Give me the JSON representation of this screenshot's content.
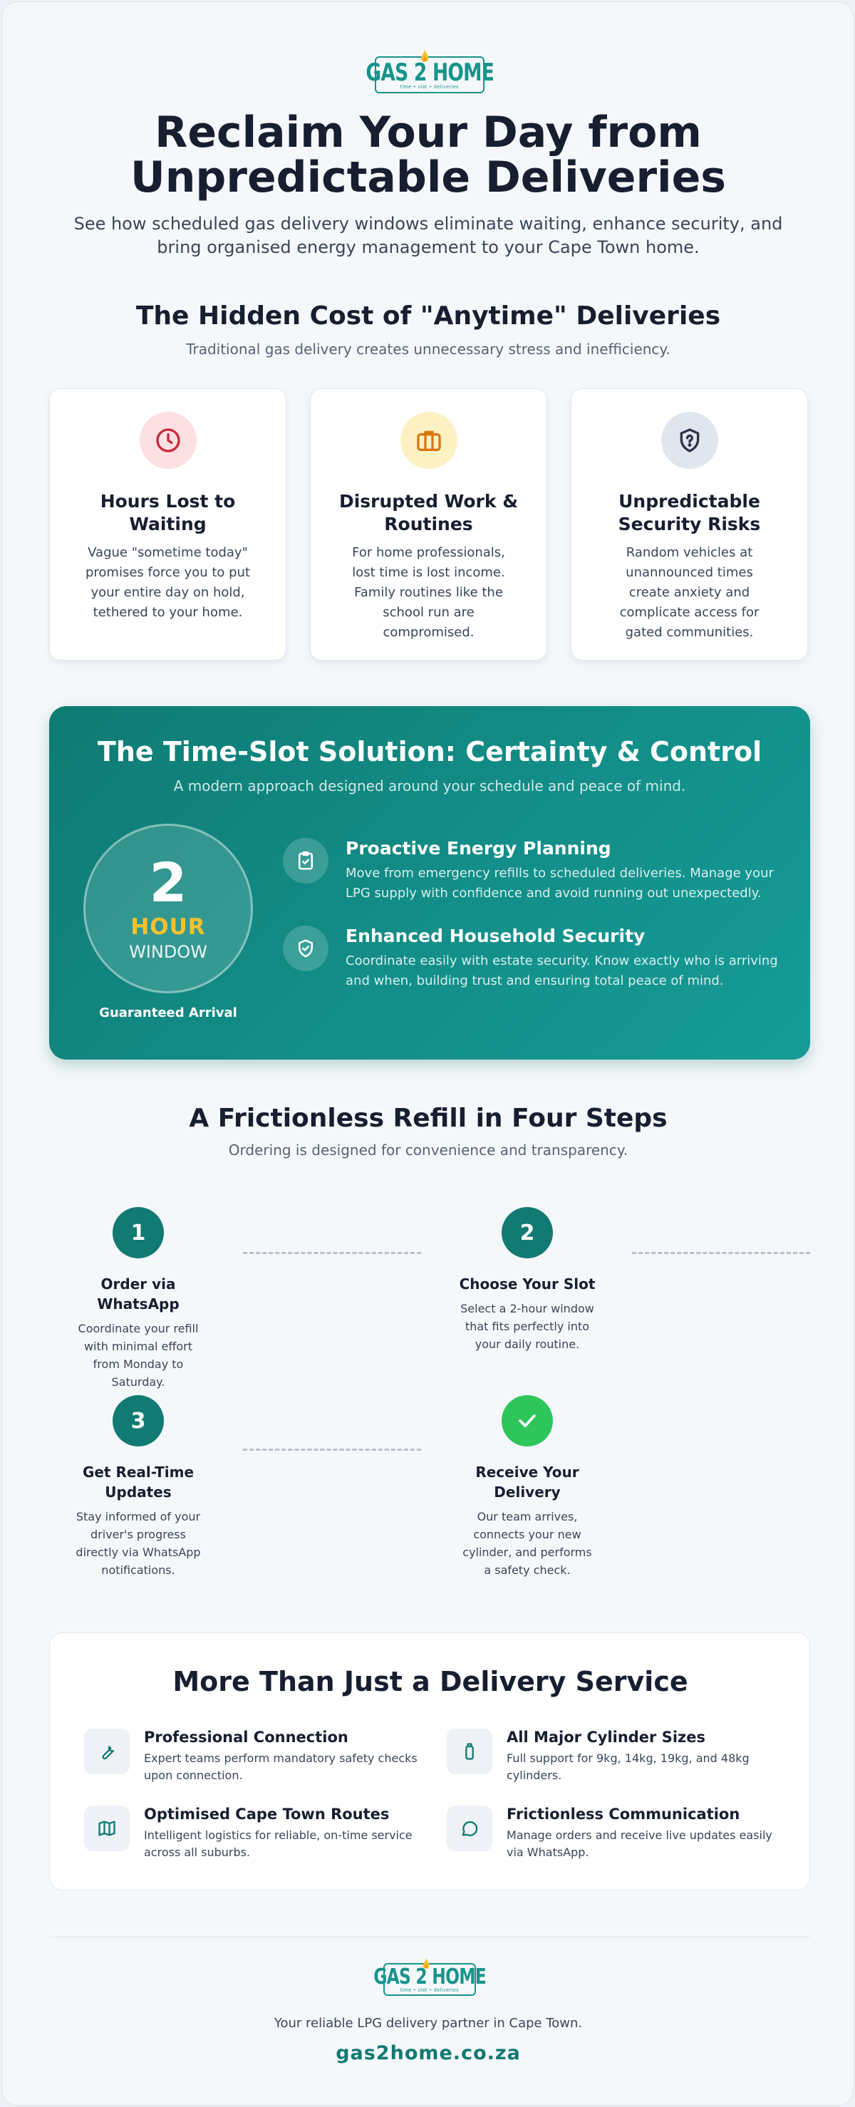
{
  "brand": {
    "name": "GAS 2 HOME",
    "tagline": "time • slot • deliveries",
    "primary_color": "#117a72",
    "accent_color": "#f7c12d"
  },
  "hero": {
    "title_line1": "Reclaim Your Day from",
    "title_line2": "Unpredictable Deliveries",
    "subtitle": "See how scheduled gas delivery windows eliminate waiting, enhance security, and bring organised energy management to your Cape Town home."
  },
  "hidden_cost": {
    "title": "The Hidden Cost of \"Anytime\" Deliveries",
    "subtitle": "Traditional gas delivery creates unnecessary stress and inefficiency.",
    "cards": [
      {
        "icon": "clock-icon",
        "title": "Hours Lost to Waiting",
        "text": "Vague \"sometime today\" promises force you to put your entire day on hold, tethered to your home."
      },
      {
        "icon": "briefcase-icon",
        "title": "Disrupted Work & Routines",
        "text": "For home professionals, lost time is lost income. Family routines like the school run are compromised."
      },
      {
        "icon": "shield-question-icon",
        "title": "Unpredictable Security Risks",
        "text": "Random vehicles at unannounced times create anxiety and complicate access for gated communities."
      }
    ]
  },
  "timeslot": {
    "title": "The Time-Slot Solution: Certainty & Control",
    "subtitle": "A modern approach designed around your schedule and peace of mind.",
    "badge": {
      "number": "2",
      "unit": "HOUR",
      "label": "WINDOW",
      "caption": "Guaranteed Arrival"
    },
    "features": [
      {
        "icon": "clipboard-check-icon",
        "title": "Proactive Energy Planning",
        "text": "Move from emergency refills to scheduled deliveries. Manage your LPG supply with confidence and avoid running out unexpectedly."
      },
      {
        "icon": "shield-check-icon",
        "title": "Enhanced Household Security",
        "text": "Coordinate easily with estate security. Know exactly who is arriving and when, building trust and ensuring total peace of mind."
      }
    ]
  },
  "steps": {
    "title": "A Frictionless Refill in Four Steps",
    "subtitle": "Ordering is designed for convenience and transparency.",
    "items": [
      {
        "marker": "1",
        "title": "Order via WhatsApp",
        "text": "Coordinate your refill with minimal effort from Monday to Saturday."
      },
      {
        "marker": "2",
        "title": "Choose Your Slot",
        "text": "Select a 2-hour window that fits perfectly into your daily routine."
      },
      {
        "marker": "3",
        "title": "Get Real-Time Updates",
        "text": "Stay informed of your driver's progress directly via WhatsApp notifications."
      },
      {
        "marker": "check-icon",
        "title": "Receive Your Delivery",
        "text": "Our team arrives, connects your new cylinder, and performs a safety check."
      }
    ]
  },
  "more": {
    "title": "More Than Just a Delivery Service",
    "items": [
      {
        "icon": "wrench-icon",
        "title": "Professional Connection",
        "text": "Expert teams perform mandatory safety checks upon connection."
      },
      {
        "icon": "cylinder-icon",
        "title": "All Major Cylinder Sizes",
        "text": "Full support for 9kg, 14kg, 19kg, and 48kg cylinders."
      },
      {
        "icon": "map-icon",
        "title": "Optimised Cape Town Routes",
        "text": "Intelligent logistics for reliable, on-time service across all suburbs."
      },
      {
        "icon": "chat-icon",
        "title": "Frictionless Communication",
        "text": "Manage orders and receive live updates easily via WhatsApp."
      }
    ]
  },
  "footer": {
    "text": "Your reliable LPG delivery partner in Cape Town.",
    "link": "gas2home.co.za"
  }
}
